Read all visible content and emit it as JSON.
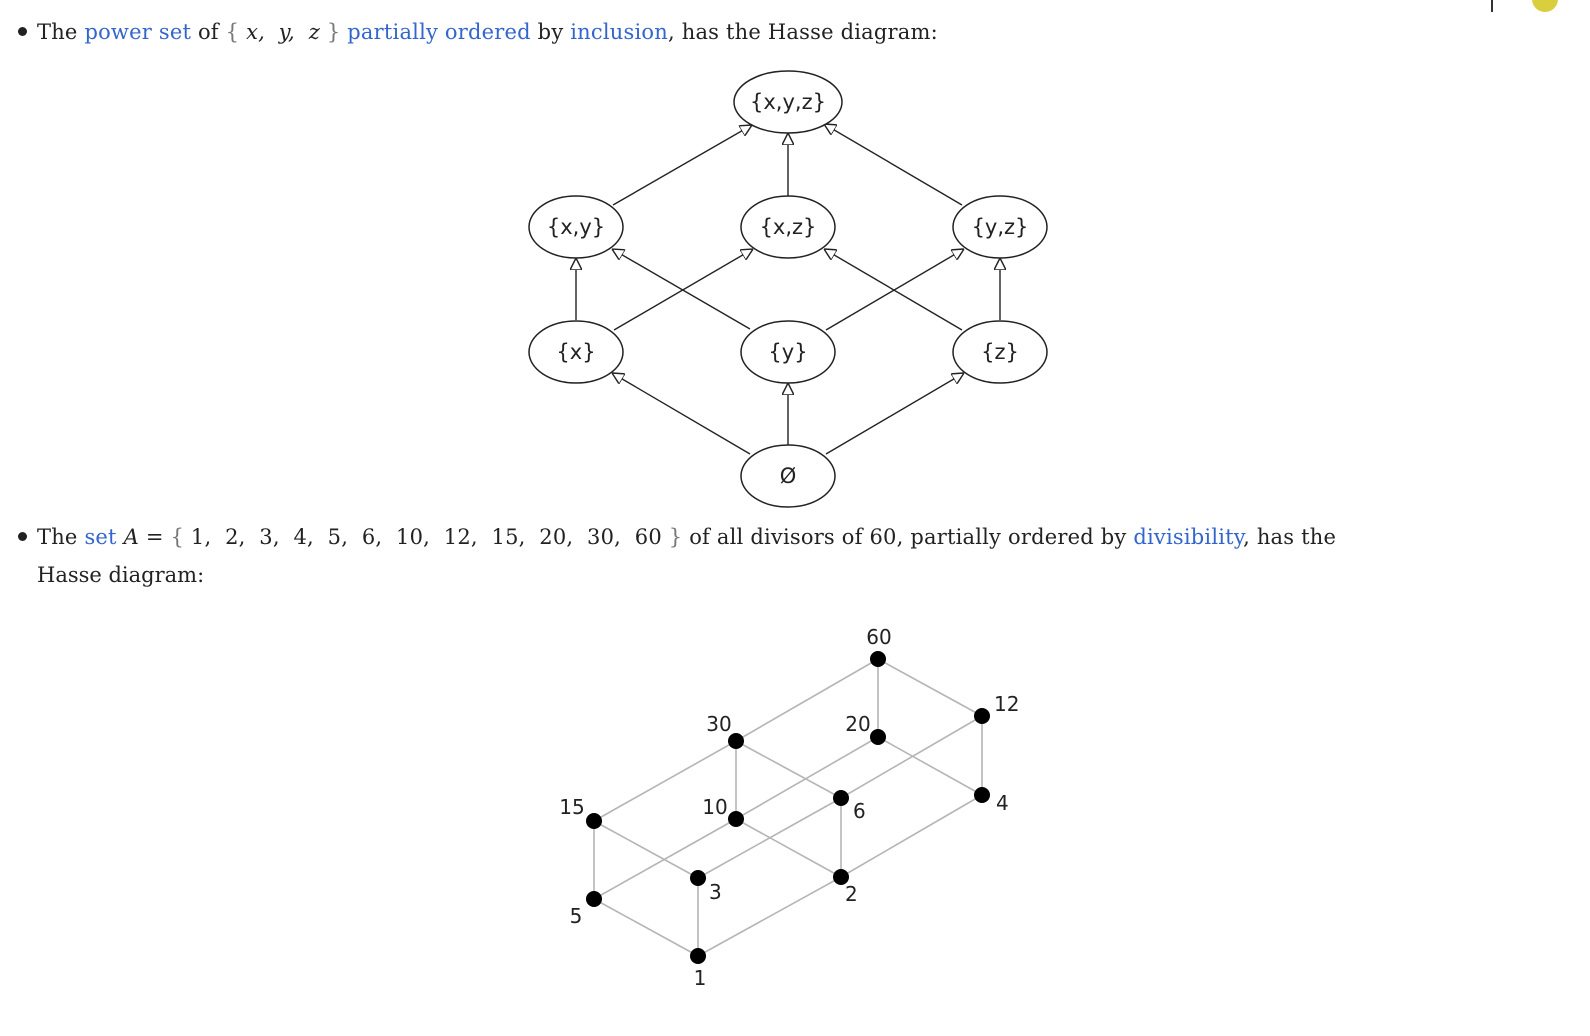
{
  "item1": {
    "prefix": "The ",
    "link1": "power set",
    "of": " of ",
    "brace_open": "{",
    "x": " x, ",
    "y": " y, ",
    "z": " z ",
    "brace_close": "}",
    "sp": " ",
    "link2": "partially ordered",
    "by": " by ",
    "link3": "inclusion",
    "suffix": ", has the Hasse diagram:"
  },
  "item2": {
    "prefix": "The ",
    "link1": "set",
    "var": " A",
    "eq": " = ",
    "brace_open": "{",
    "list": " 1,  2,  3,  4,  5,  6,  10,  12,  15,  20,  30,  60 ",
    "brace_close": "}",
    "mid": " of all divisors of 60, partially ordered by ",
    "link2": "divisibility",
    "suffix": ", has the",
    "continuation": "Hasse diagram:"
  },
  "diagram1": {
    "nodes": [
      {
        "id": "xyz",
        "label": "{x,y,z}"
      },
      {
        "id": "xy",
        "label": "{x,y}"
      },
      {
        "id": "xz",
        "label": "{x,z}"
      },
      {
        "id": "yz",
        "label": "{y,z}"
      },
      {
        "id": "x",
        "label": "{x}"
      },
      {
        "id": "y",
        "label": "{y}"
      },
      {
        "id": "z",
        "label": "{z}"
      },
      {
        "id": "empty",
        "label": "Ø"
      }
    ]
  },
  "diagram2": {
    "nodes": [
      {
        "id": "n60",
        "label": "60"
      },
      {
        "id": "n12",
        "label": "12"
      },
      {
        "id": "n30",
        "label": "30"
      },
      {
        "id": "n20",
        "label": "20"
      },
      {
        "id": "n15",
        "label": "15"
      },
      {
        "id": "n10",
        "label": "10"
      },
      {
        "id": "n6",
        "label": "6"
      },
      {
        "id": "n4",
        "label": "4"
      },
      {
        "id": "n3",
        "label": "3"
      },
      {
        "id": "n2",
        "label": "2"
      },
      {
        "id": "n5",
        "label": "5"
      },
      {
        "id": "n1",
        "label": "1"
      }
    ]
  }
}
